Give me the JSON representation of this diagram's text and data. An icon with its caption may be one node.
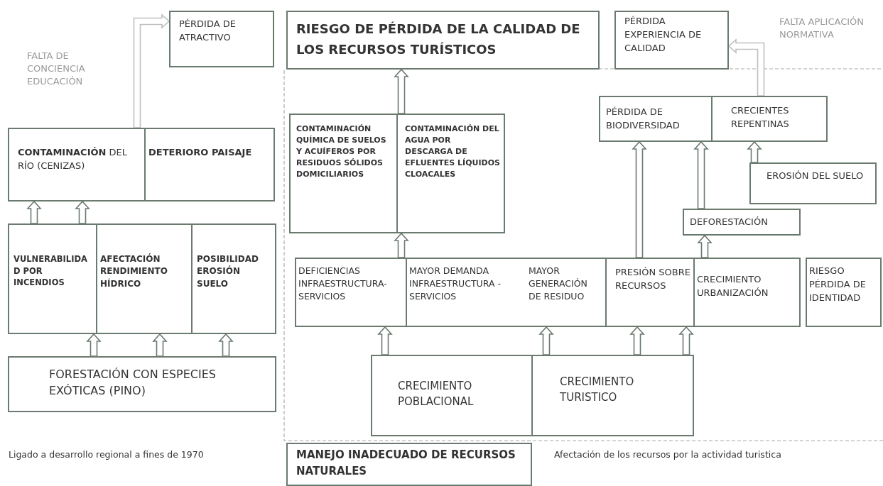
{
  "diagram": {
    "nodes": [
      {
        "text": [
          "PÉRDIDA DE ATRACTIVO"
        ]
      },
      {
        "text": [
          "RIESGO DE PÉRDIDA DE LA CALIDAD DE LOS RECURSOS TURÍSTICOS"
        ]
      },
      {
        "text": [
          "PÉRDIDA EXPERIENCIA DE CALIDAD"
        ]
      },
      {
        "text": [
          "**CONTAMINACIÓN** DEL RÍO (CENIZAS)"
        ]
      },
      {
        "text": [
          "DETERIORO PAISAJE"
        ]
      },
      {
        "text": [
          "CONTAMINACIÓN QUÍMICA DE SUELOS Y ACUÍFEROS POR RESIDUOS SÓLIDOS DOMICILIARIOS"
        ]
      },
      {
        "text": [
          "CONTAMINACIÓN DEL AGUA POR DESCARGA DE EFLUENTES LÍQUIDOS CLOACALES"
        ]
      },
      {
        "text": [
          "PÉRDIDA DE BIODIVERSIDAD"
        ]
      },
      {
        "text": [
          "CRECIENTES REPENTINAS"
        ]
      },
      {
        "text": [
          "EROSIÓN DEL SUELO"
        ]
      },
      {
        "text": [
          "DEFORESTACIÓN"
        ]
      },
      {
        "text": [
          "VULNERABILIDAD POR INCENDIOS"
        ]
      },
      {
        "text": [
          "AFECTACIÓN RENDIMIENTO HÍDRICO"
        ]
      },
      {
        "text": [
          "POSIBILIDAD EROSIÓN SUELO"
        ]
      },
      {
        "text": [
          "DEFICIENCIAS INFRAESTRUCTURA-SERVICIOS"
        ]
      },
      {
        "text": [
          "MAYOR DEMANDA INFRAESTRUCTURA -SERVICIOS",
          "MAYOR GENERACIÓN DE RESIDUO"
        ]
      },
      {
        "text": [
          "PRESIÓN SOBRE RECURSOS"
        ]
      },
      {
        "text": [
          "CRECIMIENTO URBANIZACIÓN"
        ]
      },
      {
        "text": [
          "RIESGO PÉRDIDA DE IDENTIDAD"
        ]
      },
      {
        "text": [
          "FORESTACIÓN CON ESPECIES EXÓTICAS (PINO)"
        ]
      },
      {
        "text": [
          "CRECIMIENTO POBLACIONAL"
        ]
      },
      {
        "text": [
          "CRECIMIENTO TURISTICO"
        ]
      },
      {
        "text": [
          "MANEJO INADECUADO DE RECURSOS NATURALES"
        ]
      }
    ],
    "edges": [
      {
        "from": 3,
        "to": 0,
        "arrow": "to",
        "color": "#bfbfbf"
      },
      {
        "from": 6,
        "to": 1,
        "arrow": "to"
      },
      {
        "from": 8,
        "to": 2,
        "arrow": "to",
        "color": "#bfbfbf"
      },
      {
        "from": 11,
        "to": 3,
        "arrow": "to"
      },
      {
        "from": 11,
        "to": 3,
        "arrow": "to"
      },
      {
        "from": 14,
        "to": 6,
        "arrow": "to"
      },
      {
        "from": 16,
        "to": 7,
        "arrow": "to"
      },
      {
        "from": 10,
        "to": 7,
        "arrow": "to"
      },
      {
        "from": 9,
        "to": 8,
        "arrow": "to"
      },
      {
        "from": 17,
        "to": 10,
        "arrow": "to"
      },
      {
        "from": 19,
        "to": 11,
        "arrow": "to"
      },
      {
        "from": 19,
        "to": 12,
        "arrow": "to"
      },
      {
        "from": 19,
        "to": 13,
        "arrow": "to"
      },
      {
        "from": 20,
        "to": 14,
        "arrow": "to"
      },
      {
        "from": 21,
        "to": 15,
        "arrow": "to"
      },
      {
        "from": 21,
        "to": 16,
        "arrow": "to"
      },
      {
        "from": 21,
        "to": 16,
        "arrow": "to"
      }
    ],
    "labels": [
      "FALTA DE CONCIENCIA EDUCACIÓN",
      "FALTA APLICACIÓN NORMATIVA",
      "Ligado a desarrollo regional a fines de 1970",
      "Afectación de los recursos por la actividad turistica"
    ]
  }
}
